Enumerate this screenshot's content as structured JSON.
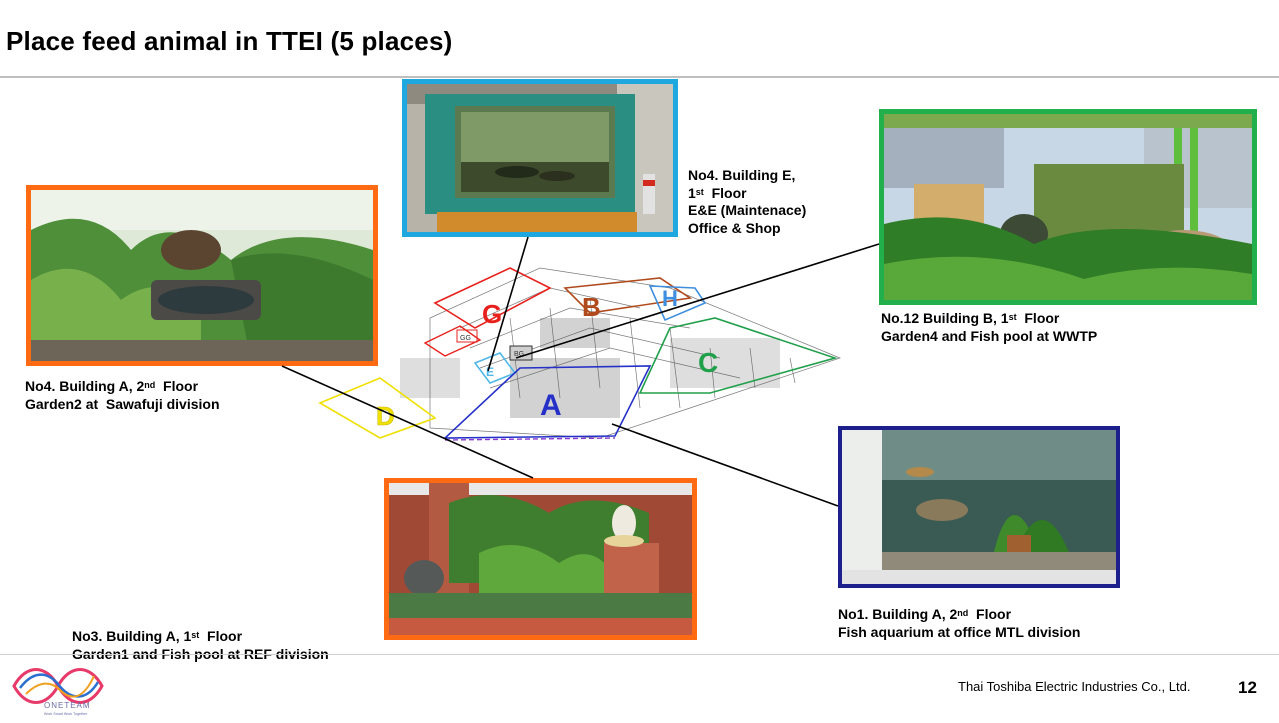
{
  "slide": {
    "title": "Place feed animal in TTEI (5 places)",
    "company": "Thai Toshiba Electric Industries Co., Ltd.",
    "page_number": "12"
  },
  "logo": {
    "word": "ONETEAM",
    "tagline": "Work Smart Work Together"
  },
  "map": {
    "building_letters": [
      "G",
      "B",
      "H",
      "C",
      "E",
      "A",
      "D"
    ],
    "small_labels": [
      "GG",
      "BG"
    ]
  },
  "captions": {
    "e_building": {
      "l1": "No4. Building E,",
      "l2_num": "1",
      "l2_sup": "st",
      "l2_rest": "  Floor",
      "l3": "E&E (Maintenace)",
      "l4": "Office & Shop"
    },
    "a_building_2f_garden": {
      "l1_pre": "No4. Building A, 2",
      "l1_sup": "nd",
      "l1_post": "  Floor",
      "l2": "Garden2 at  Sawafuji division"
    },
    "b_building": {
      "l1_pre": "No.12 Building B, 1",
      "l1_sup": "st",
      "l1_post": "  Floor",
      "l2": "Garden4 and Fish pool at WWTP"
    },
    "a_building_2f_aquarium": {
      "l1_pre": "No1. Building A, 2",
      "l1_sup": "nd",
      "l1_post": "  Floor",
      "l2": "Fish aquarium at office MTL division"
    },
    "a_building_1f": {
      "l1_pre": "No3. Building A, 1",
      "l1_sup": "st",
      "l1_post": "  Floor",
      "l2": "Garden1 and Fish pool at REF division"
    }
  },
  "colors": {
    "border_blue_light": "#1fa8e0",
    "border_orange": "#ff6a13",
    "border_green": "#21b04b",
    "border_navy": "#1c1f8c",
    "map_G": "#e8201c",
    "map_B": "#b04a1c",
    "map_H": "#3f8fe0",
    "map_C": "#21a04b",
    "map_E": "#4fb8e8",
    "map_A": "#2430c8",
    "map_D": "#f0e000"
  }
}
